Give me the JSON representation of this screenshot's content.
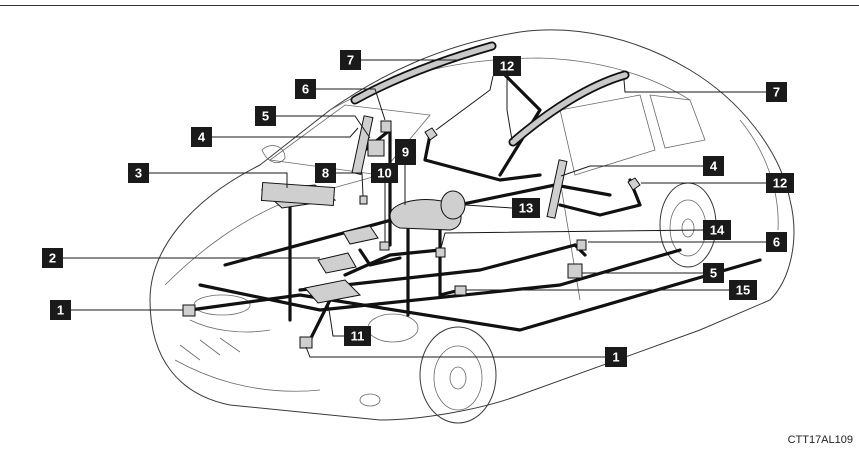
{
  "figure_code": "CTT17AL109",
  "colors": {
    "callout_bg": "#1a1a1a",
    "callout_text": "#ffffff",
    "line": "#1a1a1a"
  },
  "callouts": {
    "c1_left": "1",
    "c1_bottom": "1",
    "c2": "2",
    "c3": "3",
    "c4_left": "4",
    "c4_right": "4",
    "c5_left": "5",
    "c5_right": "5",
    "c6_left": "6",
    "c6_right": "6",
    "c7_left": "7",
    "c7_right": "7",
    "c8": "8",
    "c9": "9",
    "c10": "10",
    "c11": "11",
    "c12_top": "12",
    "c12_right": "12",
    "c13": "13",
    "c14": "14",
    "c15": "15"
  }
}
